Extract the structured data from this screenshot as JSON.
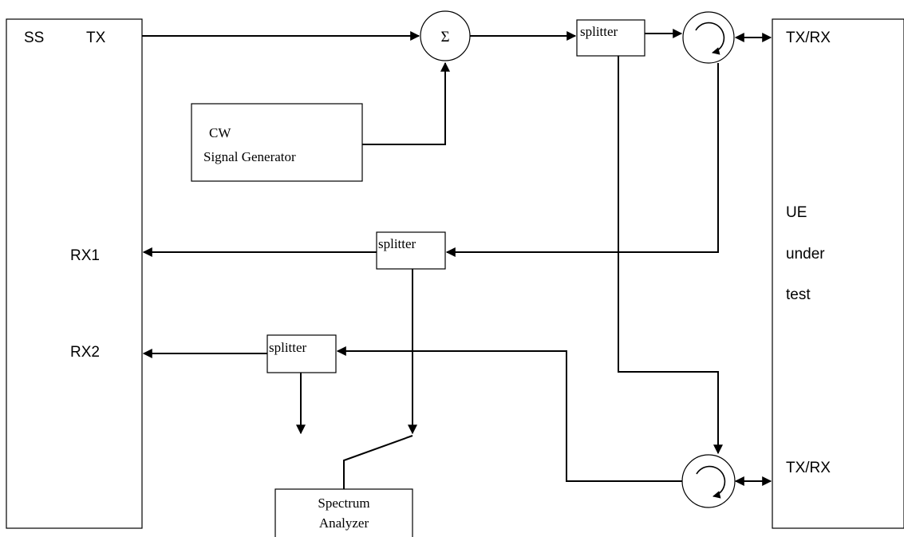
{
  "ss": {
    "label_ss": "SS",
    "label_tx": "TX",
    "label_rx1": "RX1",
    "label_rx2": "RX2"
  },
  "ue": {
    "label_txrx_top": "TX/RX",
    "label_txrx_bottom": "TX/RX",
    "label_line1": "UE",
    "label_line2": "under",
    "label_line3": "test"
  },
  "combiner": {
    "symbol": "Σ"
  },
  "signal_generator": {
    "line1": "CW",
    "line2": "Signal Generator"
  },
  "splitters": {
    "top": "splitter",
    "middle": "splitter",
    "lower": "splitter"
  },
  "spectrum_analyzer": {
    "line1": "Spectrum",
    "line2": "Analyzer"
  }
}
